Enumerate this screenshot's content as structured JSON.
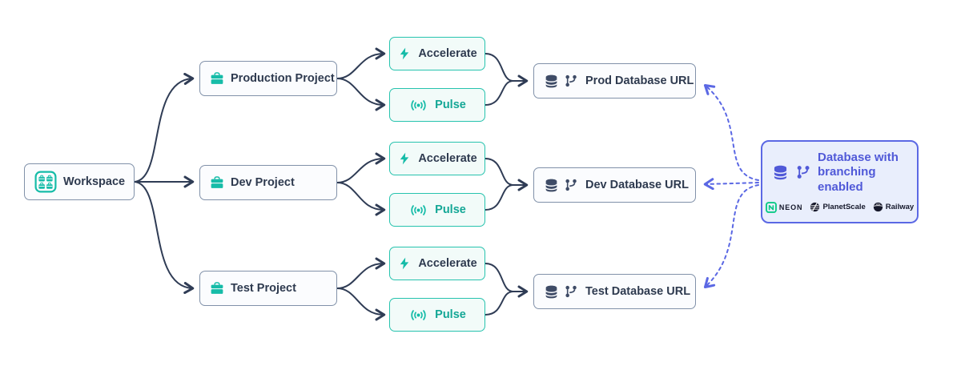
{
  "workspace": {
    "label": "Workspace"
  },
  "projects": [
    {
      "label": "Production Project"
    },
    {
      "label": "Dev Project"
    },
    {
      "label": "Test Project"
    }
  ],
  "services": {
    "accelerate_label": "Accelerate",
    "pulse_label": "Pulse"
  },
  "databases": [
    {
      "label": "Prod Database URL"
    },
    {
      "label": "Dev Database URL"
    },
    {
      "label": "Test Database URL"
    }
  ],
  "branching_box": {
    "line1": "Database with",
    "line2": "branching enabled",
    "providers": [
      {
        "name": "NEON"
      },
      {
        "name": "PlanetScale"
      },
      {
        "name": "Railway"
      }
    ]
  },
  "colors": {
    "teal": "#16bca8",
    "teal_border": "#27c3ae",
    "teal_bg": "#f2fbf9",
    "slate_text": "#2e3a4f",
    "slate_icon": "#3e4b66",
    "node_border": "#8191a9",
    "arrow": "#2f3c55",
    "indigo": "#5b68e4",
    "indigo_text": "#5059d8",
    "indigo_bg": "#e9eefc",
    "neon_green": "#0bc986",
    "logo_dark": "#16182b"
  }
}
